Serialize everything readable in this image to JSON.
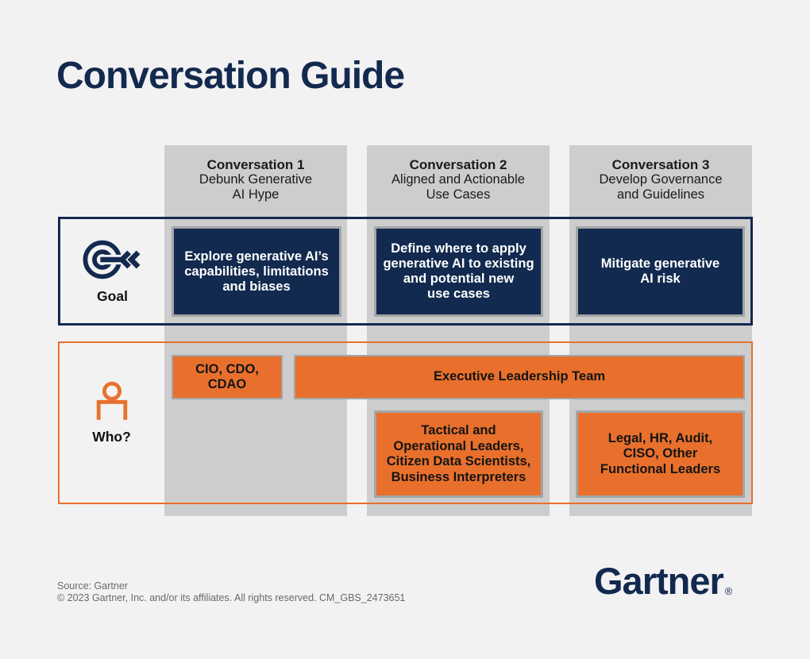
{
  "page": {
    "title": "Conversation Guide"
  },
  "colors": {
    "navy": "#132a4f",
    "orange": "#e8702c",
    "column_gray": "#cdcdcd",
    "background": "#f2f2f2",
    "box_border_gray": "#a3a5a6",
    "footer_text_gray": "#67696b"
  },
  "columns": [
    {
      "title": "Conversation 1",
      "subtitle": "Debunk Generative\nAI Hype"
    },
    {
      "title": "Conversation 2",
      "subtitle": "Aligned and Actionable\nUse Cases"
    },
    {
      "title": "Conversation 3",
      "subtitle": "Develop Governance\nand Guidelines"
    }
  ],
  "goal_row": {
    "label": "Goal",
    "icon": "target-arrow-icon",
    "boxes": [
      {
        "text": "Explore generative AI’s\ncapabilities, limitations\nand biases"
      },
      {
        "text": "Define where to apply\ngenerative AI to existing\nand potential new\nuse cases"
      },
      {
        "text": "Mitigate generative\nAI risk"
      }
    ]
  },
  "who_row": {
    "label": "Who?",
    "icon": "person-icon",
    "boxes": [
      {
        "text": "CIO, CDO,\nCDAO"
      },
      {
        "text": "Executive Leadership Team"
      },
      {
        "text": "Tactical and\nOperational Leaders,\nCitizen Data Scientists,\nBusiness Interpreters"
      },
      {
        "text": "Legal, HR, Audit,\nCISO, Other\nFunctional Leaders"
      }
    ]
  },
  "footer": {
    "source": "Source: Gartner",
    "copyright": "© 2023 Gartner, Inc. and/or its affiliates. All rights reserved. CM_GBS_2473651",
    "logo_text": "Gartner",
    "logo_registered": "®"
  }
}
